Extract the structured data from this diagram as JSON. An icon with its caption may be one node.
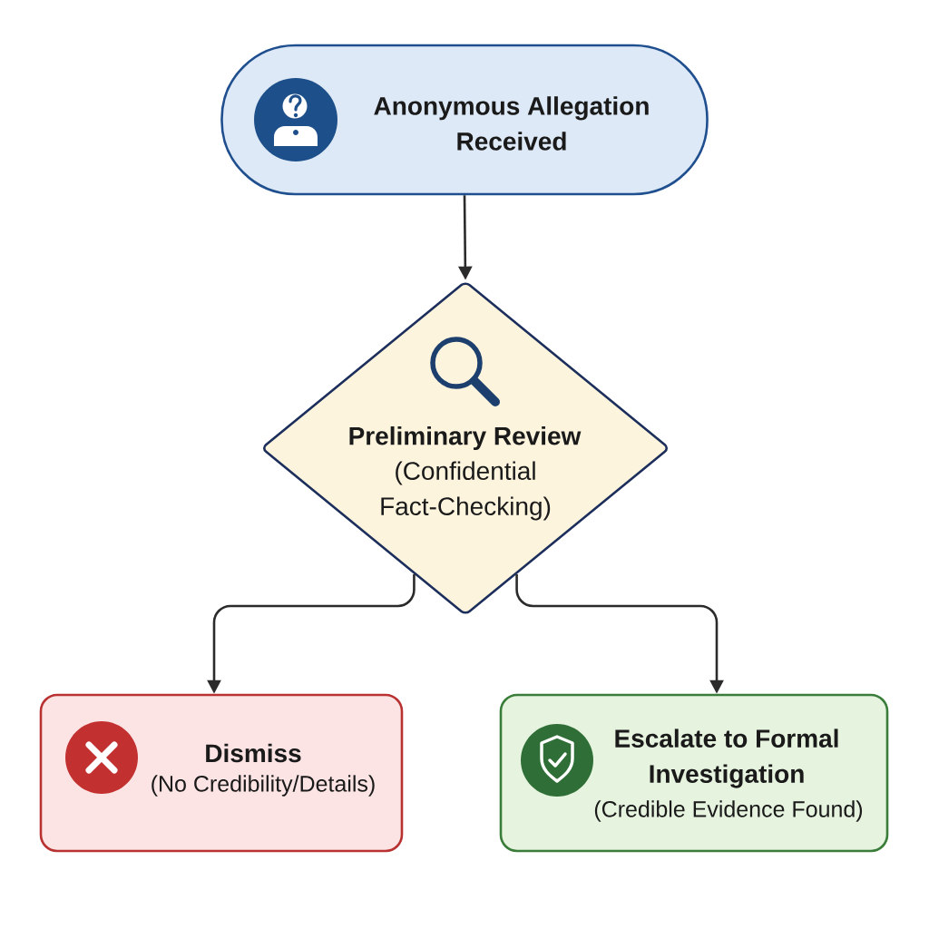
{
  "diagram": {
    "nodes": [
      {
        "text": [
          "Anonymous Allegation Received"
        ]
      },
      {
        "text": [
          "Preliminary Review",
          "(Confidential Fact-Checking)"
        ]
      },
      {
        "text": [
          "Dismiss",
          "(No Credibility/Details)"
        ]
      },
      {
        "text": [
          "Escalate to Formal Investigation",
          "(Credible Evidence Found)"
        ]
      }
    ],
    "edges": [
      {
        "from": 0,
        "to": 1,
        "arrow": "to"
      },
      {
        "from": 1,
        "to": 2,
        "arrow": "to"
      },
      {
        "from": 1,
        "to": 3,
        "arrow": "to"
      }
    ]
  }
}
